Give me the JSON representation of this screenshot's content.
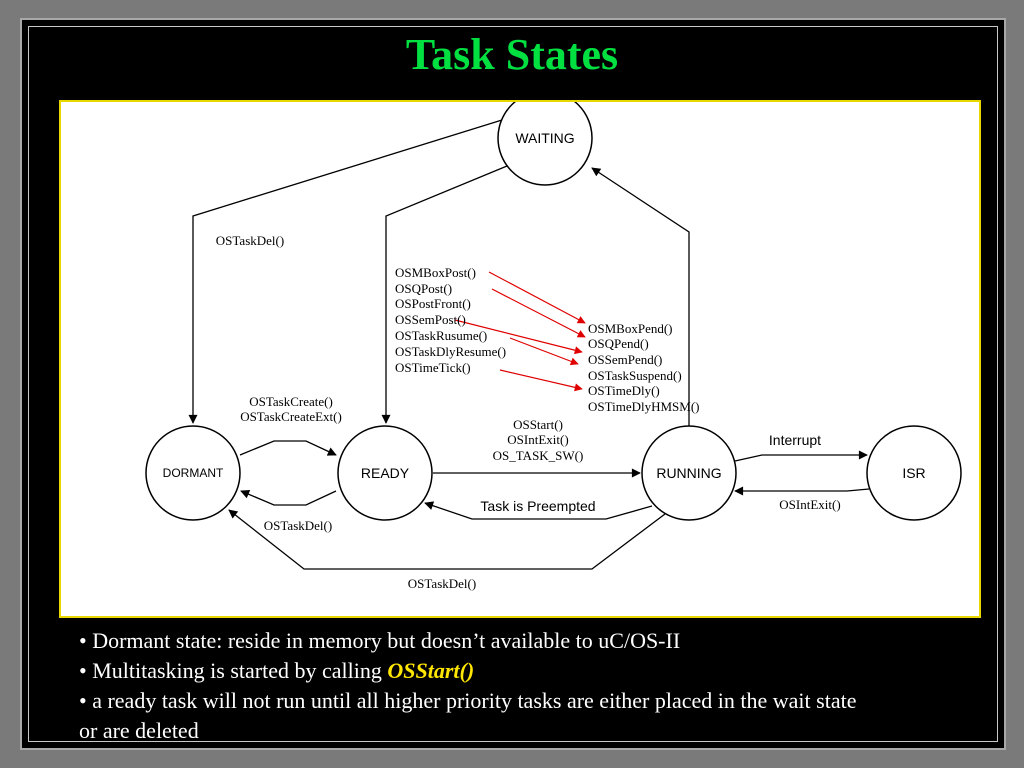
{
  "title": "Task States",
  "diagram": {
    "states": {
      "waiting": "WAITING",
      "dormant": "DORMANT",
      "ready": "READY",
      "running": "RUNNING",
      "isr": "ISR"
    },
    "labels": {
      "waiting_to_dormant_del": "OSTaskDel()",
      "create_1": "OSTaskCreate()",
      "create_2": "OSTaskCreateExt()",
      "ready_to_dormant_del": "OSTaskDel()",
      "running_to_dormant_del": "OSTaskDel()",
      "start_1": "OSStart()",
      "start_2": "OSIntExit()",
      "start_3": "OS_TASK_SW()",
      "preempted": "Task is Preempted",
      "interrupt": "Interrupt",
      "isr_exit": "OSIntExit()"
    },
    "post_calls": [
      "OSMBoxPost()",
      "OSQPost()",
      "OSPostFront()",
      "OSSemPost()",
      "OSTaskRusume()",
      "OSTaskDlyResume()",
      "OSTimeTick()"
    ],
    "pend_calls": [
      "OSMBoxPend()",
      "OSQPend()",
      "OSSemPend()",
      "OSTaskSuspend()",
      "OSTimeDly()",
      "OSTimeDlyHMSM()"
    ]
  },
  "bullets": {
    "b1": "• Dormant state: reside in memory but doesn’t available to uC/OS-II",
    "b2_prefix": "• Multitasking is started by calling ",
    "b2_em": "OSStart()",
    "b3_line1": "• a ready task will not run until all higher priority tasks are either placed in the wait state",
    "b3_line2": "or are deleted"
  },
  "colors": {
    "title": "#00e040",
    "panel_border": "#e8d800",
    "bullet_emphasis": "#ffe600",
    "post_pend_arrows": "#e00000"
  }
}
